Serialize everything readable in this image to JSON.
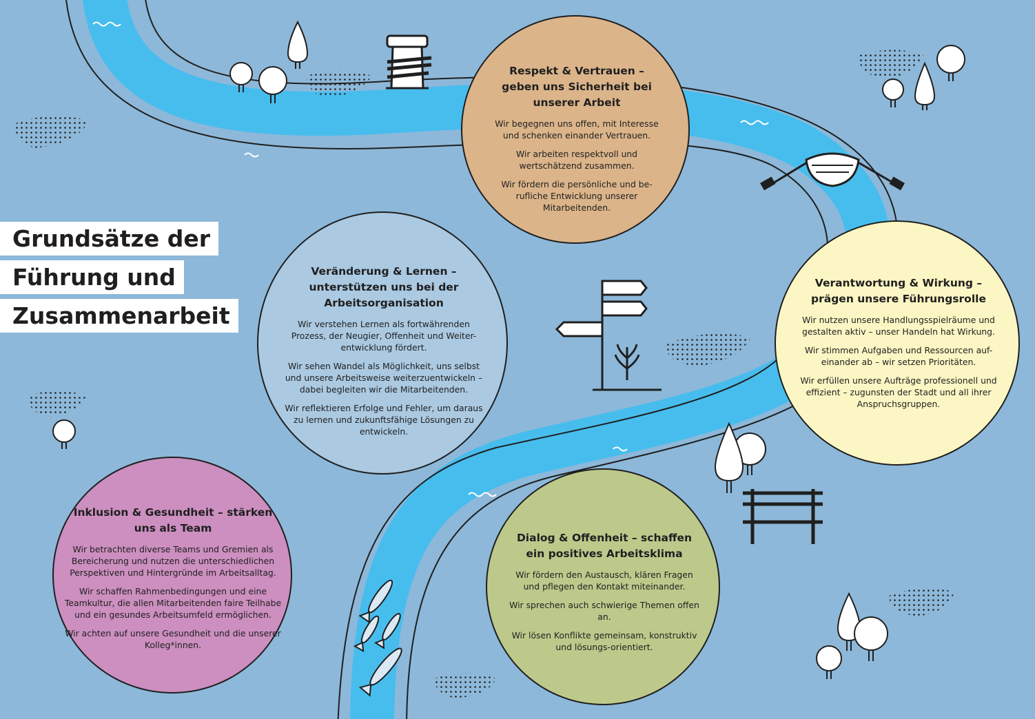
{
  "title": {
    "line1": "Grundsätze der",
    "line2": "Führung und",
    "line3": "Zusammenarbeit"
  },
  "principles": [
    {
      "heading": "Respekt & Vertrauen – geben uns Sicherheit bei unserer Arbeit",
      "color": "#dbb48a",
      "points": [
        "Wir begegnen uns offen, mit Interesse und schenken einander Vertrauen.",
        "Wir arbeiten respektvoll und wertschätzend zusammen.",
        "Wir fördern die persönliche und be-rufliche Entwicklung unserer Mitarbeitenden."
      ]
    },
    {
      "heading": "Veränderung & Lernen – unterstützen uns bei der Arbeitsorganisation",
      "color": "#abc9e1",
      "points": [
        "Wir verstehen Lernen als fortwährenden Prozess, der Neugier, Offenheit und Weiter-entwicklung fördert.",
        "Wir sehen Wandel als Möglichkeit, uns selbst und unsere Arbeitsweise weiterzuentwickeln – dabei begleiten wir die Mitarbeitenden.",
        "Wir reflektieren Erfolge und Fehler, um daraus zu lernen und zukunftsfähige Lösungen zu entwickeln."
      ]
    },
    {
      "heading": "Verantwortung & Wirkung – prägen unsere Führungsrolle",
      "color": "#fbf6c3",
      "points": [
        "Wir nutzen unsere Handlungsspielräume und gestalten aktiv – unser Handeln hat Wirkung.",
        "Wir stimmen Aufgaben und Ressourcen auf-einander ab – wir setzen Prioritäten.",
        "Wir erfüllen unsere Aufträge professionell und effizient – zugunsten der Stadt und all ihrer Anspruchsgruppen."
      ]
    },
    {
      "heading": "Inklusion & Gesundheit – stärken uns als Team",
      "color": "#cc8fbf",
      "points": [
        "Wir betrachten diverse Teams und Gremien als Bereicherung und nutzen die unterschiedlichen Perspektiven und Hintergründe im Arbeitsalltag.",
        "Wir schaffen Rahmenbedingungen und eine Teamkultur, die allen Mitarbeitenden faire Teilhabe und ein gesundes Arbeitsumfeld ermöglichen.",
        "Wir achten auf unsere Gesundheit und die unserer Kolleg*innen."
      ]
    },
    {
      "heading": "Dialog & Offenheit – schaffen ein positives Arbeitsklima",
      "color": "#bcc98b",
      "points": [
        "Wir fördern den Austausch, klären Fragen und pflegen den Kontakt miteinander.",
        "Wir sprechen auch schwierige Themen offen an.",
        "Wir lösen Konflikte gemeinsam, konstruktiv und lösungs-orientiert."
      ]
    }
  ],
  "colors": {
    "background": "#8db8d9",
    "river": "#47bdee",
    "ink": "#1f1f1f"
  },
  "icons": [
    "bollard-icon",
    "signpost-icon",
    "rowing-boat-icon",
    "fish-icon",
    "bench-icon",
    "tree-icon",
    "waves-icon"
  ]
}
